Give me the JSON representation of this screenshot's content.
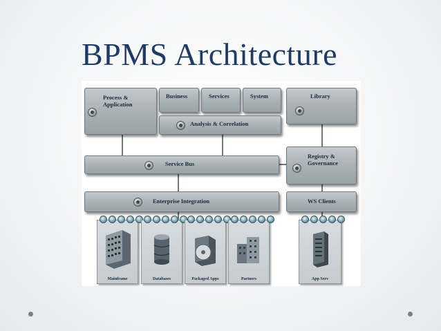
{
  "slide": {
    "title": "BPMS Architecture"
  },
  "diagram": {
    "process_application": "Process & Application",
    "business": "Business",
    "services": "Services",
    "system": "System",
    "analysis_correlation": "Analysis & Correlation",
    "library": "Library",
    "registry_governance": "Registry & Governance",
    "service_bus": "Service Bus",
    "enterprise_integration": "Enterprise Integration",
    "ws_clients": "WS Clients",
    "panels": {
      "mainframe": "Mainframe",
      "databases": "Databases",
      "packaged_apps": "Packaged Apps",
      "partners": "Partners",
      "app_serv": "App Serv"
    }
  }
}
